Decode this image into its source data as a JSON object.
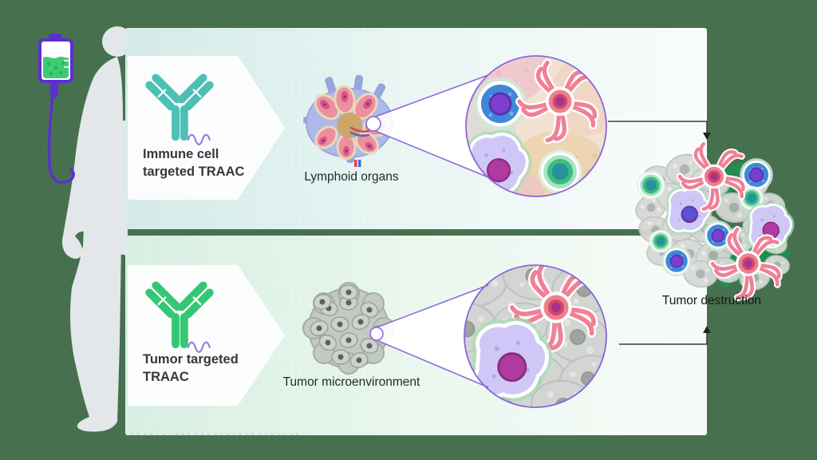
{
  "figure": {
    "rows": [
      {
        "title_line1": "Immune cell",
        "title_line2": "targeted TRAAC",
        "target_label": "Lymphoid organs"
      },
      {
        "title_line1": "Tumor targeted",
        "title_line2": "TRAAC",
        "target_label": "Tumor microenvironment"
      }
    ],
    "outcome_label": "Tumor destruction"
  },
  "icons": [
    "iv-bag-icon",
    "iv-tube-icon",
    "patient-silhouette",
    "antibody-teal-icon",
    "antibody-green-icon",
    "mrna-strand-icon",
    "flow-chevron",
    "lymph-node-icon",
    "tumor-spheroid-icon",
    "magnifier-circle",
    "dendritic-cell-icon",
    "t-cell-icon",
    "macrophage-icon",
    "nk-cell-icon",
    "arrow-down-icon",
    "arrow-up-icon",
    "tumor-destruction-cluster"
  ],
  "colors": {
    "background": "#47714e",
    "panel_immune": "#d5ebe9",
    "panel_tumor": "#d9efe3",
    "antibody_teal": "#4dc0b5",
    "antibody_green": "#36c776",
    "magnifier_purple": "#8b66d9",
    "iv_purple": "#5b2fd0",
    "green_destruction": "#1e9150",
    "text": "#2e3133"
  }
}
